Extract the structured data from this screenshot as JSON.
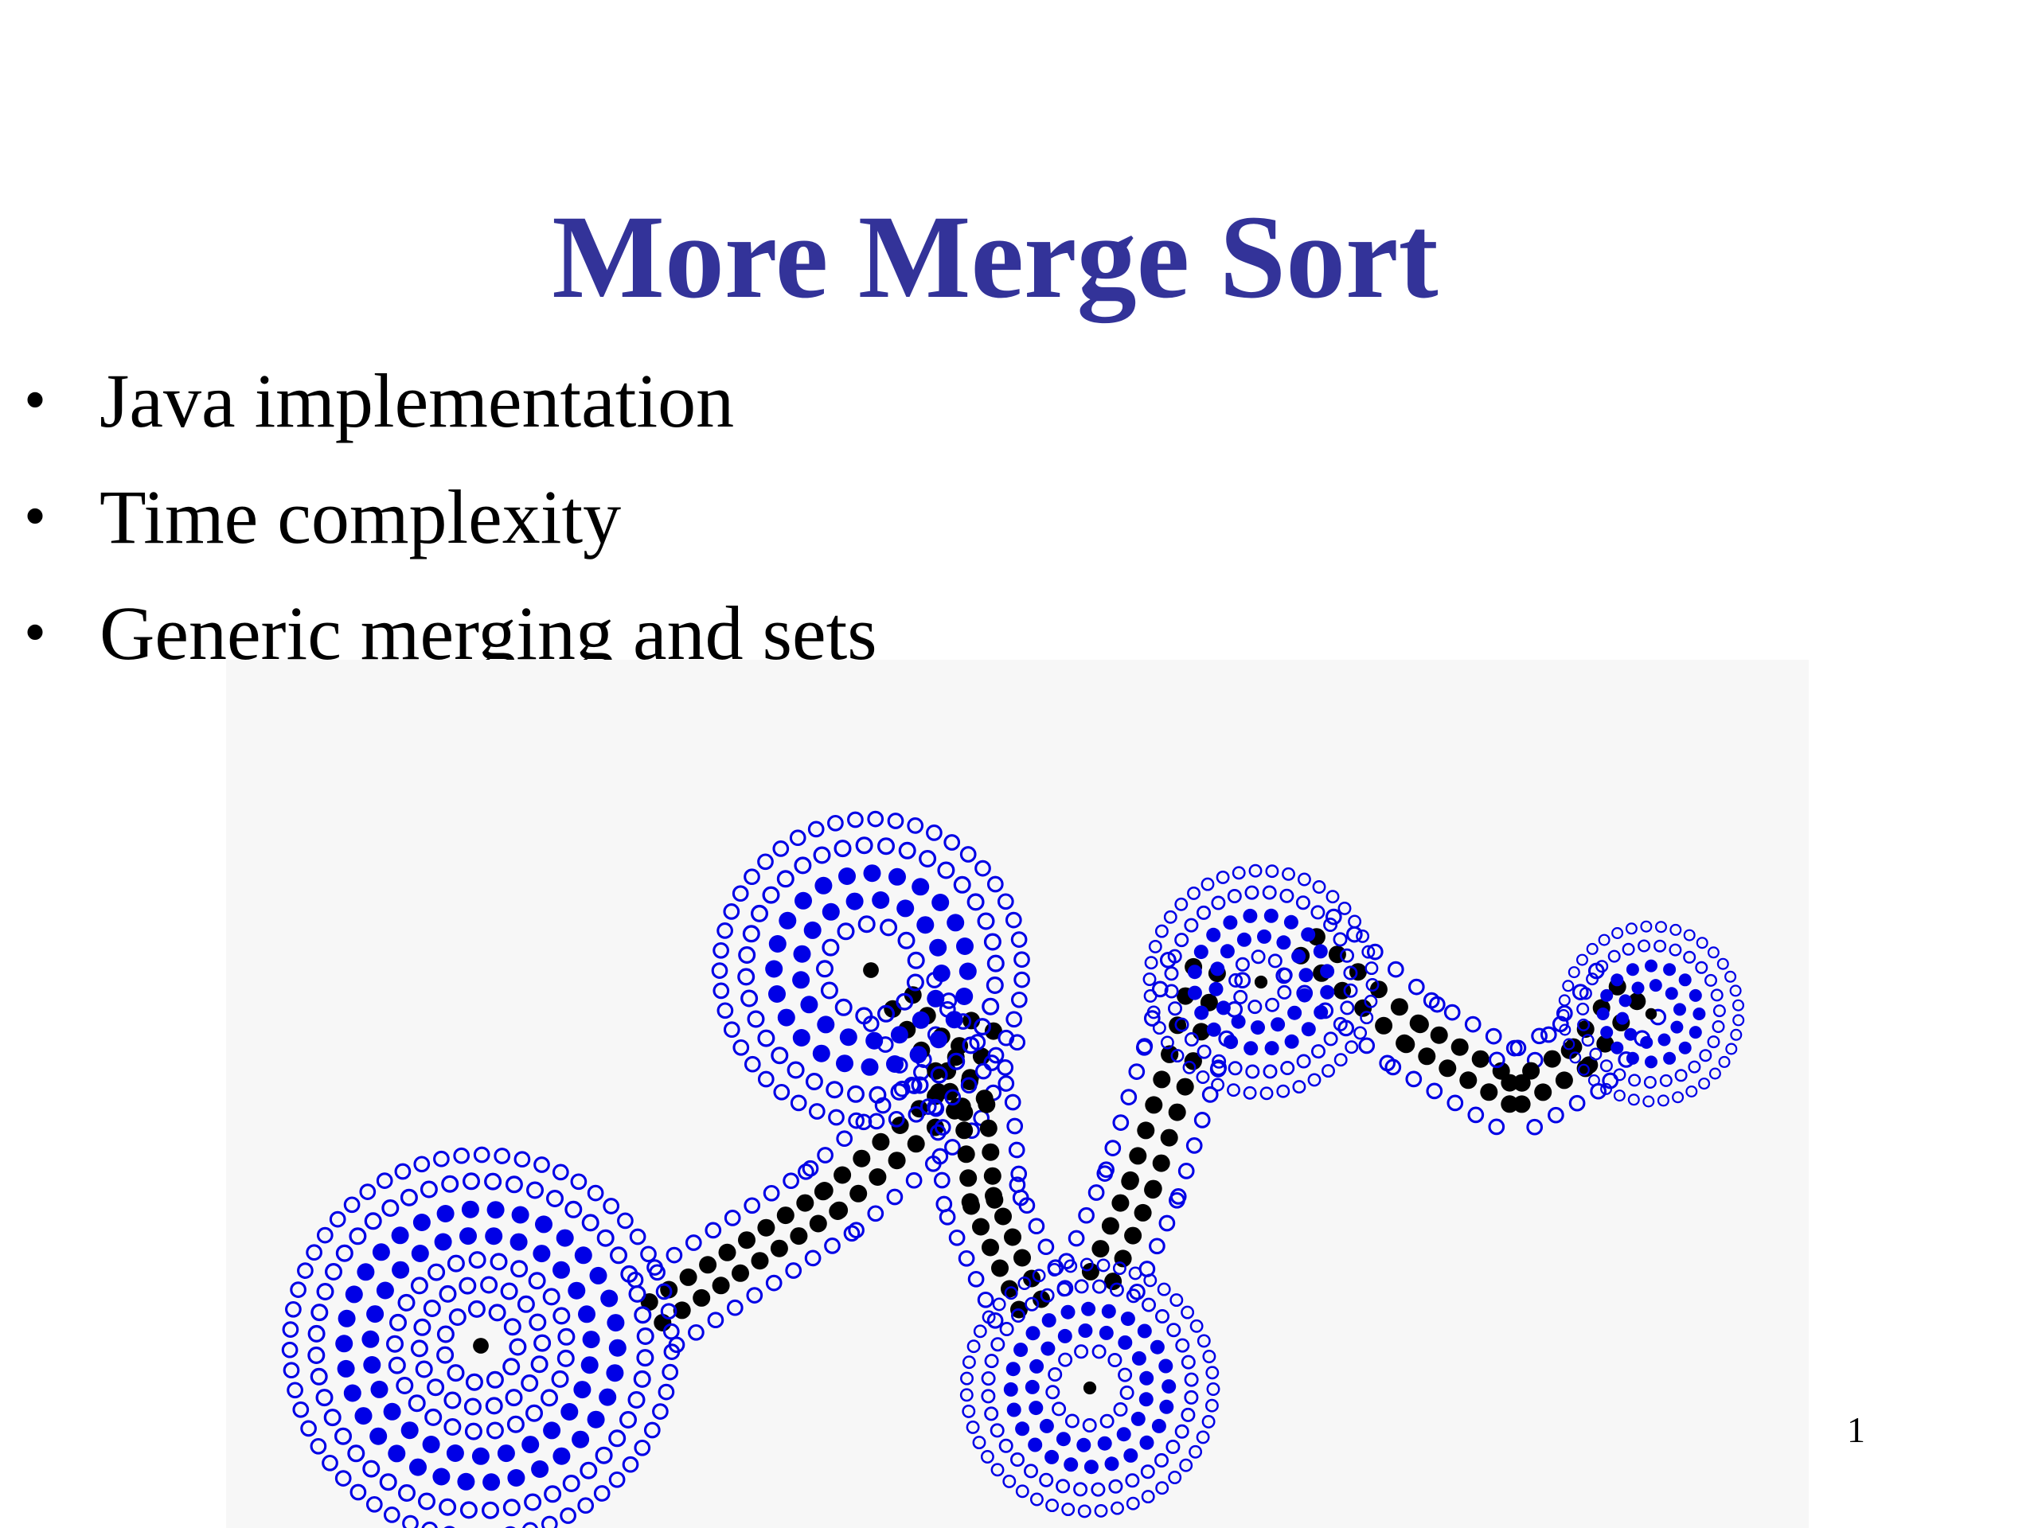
{
  "slide": {
    "title": "More Merge Sort",
    "bullets": [
      "Java implementation",
      "Time complexity",
      "Generic merging and sets"
    ],
    "page_number": "1"
  },
  "illustration": {
    "colors": {
      "blue": "#0000e6",
      "black": "#000000",
      "background": "#f7f7f7"
    },
    "clusters": 5,
    "links": 4
  }
}
